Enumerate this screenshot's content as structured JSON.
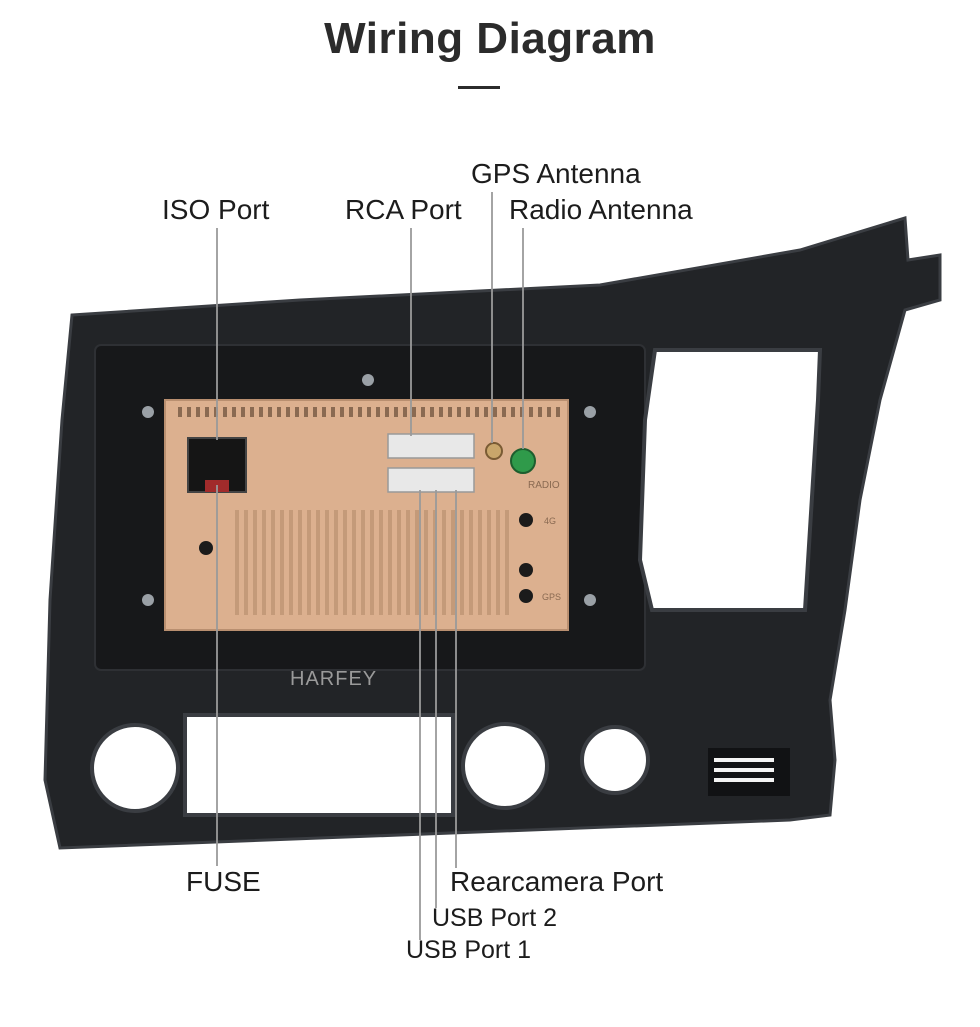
{
  "header": {
    "title": "Wiring Diagram"
  },
  "labels": {
    "iso_port": "ISO Port",
    "rca_port": "RCA Port",
    "gps_antenna": "GPS Antenna",
    "radio_antenna": "Radio Antenna",
    "fuse": "FUSE",
    "rearcamera_port": "Rearcamera Port",
    "usb_port_2": "USB Port 2",
    "usb_port_1": "USB Port 1"
  },
  "unit_markings": {
    "radio": "RADIO",
    "gps": "GPS",
    "label_4g": "4G",
    "watermark": "HARFEY"
  },
  "colors": {
    "bezel": "#222427",
    "bezel_edge": "#3a3d42",
    "head_unit": "#dcb08f",
    "head_unit_shadow": "#b98f70",
    "leader_line": "#9a9a9a",
    "connector": "#e8e8e8",
    "radio_socket": "#2f9a4a"
  }
}
